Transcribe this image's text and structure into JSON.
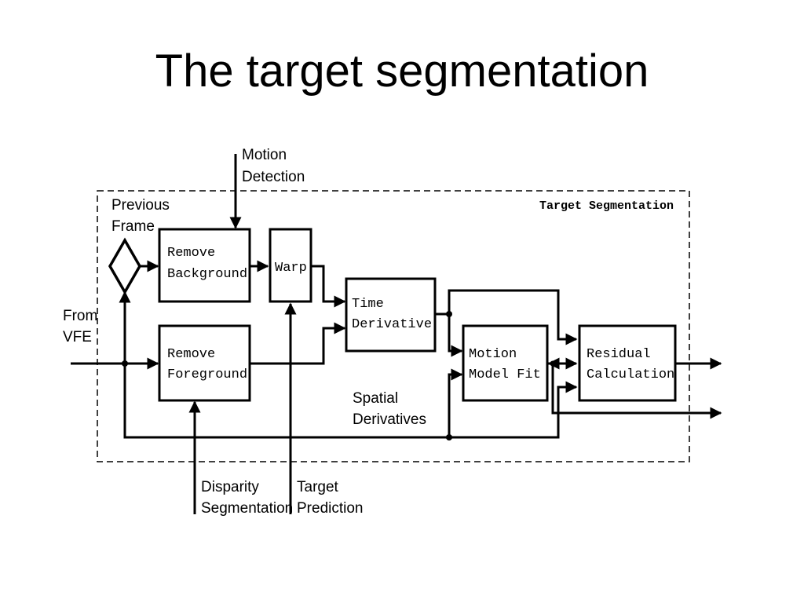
{
  "slide": {
    "title": "The target segmentation"
  },
  "diagram": {
    "frame_label": "Target Segmentation",
    "inputs": {
      "motion_detection": [
        "Motion",
        "Detection"
      ],
      "previous_frame": [
        "Previous",
        "Frame"
      ],
      "from_vfe": [
        "From",
        "VFE"
      ],
      "disparity_segmentation": [
        "Disparity",
        "Segmentation"
      ],
      "target_prediction": [
        "Target",
        "Prediction"
      ],
      "spatial_derivatives": [
        "Spatial",
        "Derivatives"
      ]
    },
    "blocks": {
      "remove_background": [
        "Remove",
        "Background"
      ],
      "remove_foreground": [
        "Remove",
        "Foreground"
      ],
      "warp": [
        "Warp"
      ],
      "time_derivative": [
        "Time",
        "Derivative"
      ],
      "motion_model_fit": [
        "Motion",
        "Model Fit"
      ],
      "residual_calculation": [
        "Residual",
        "Calculation"
      ]
    }
  }
}
